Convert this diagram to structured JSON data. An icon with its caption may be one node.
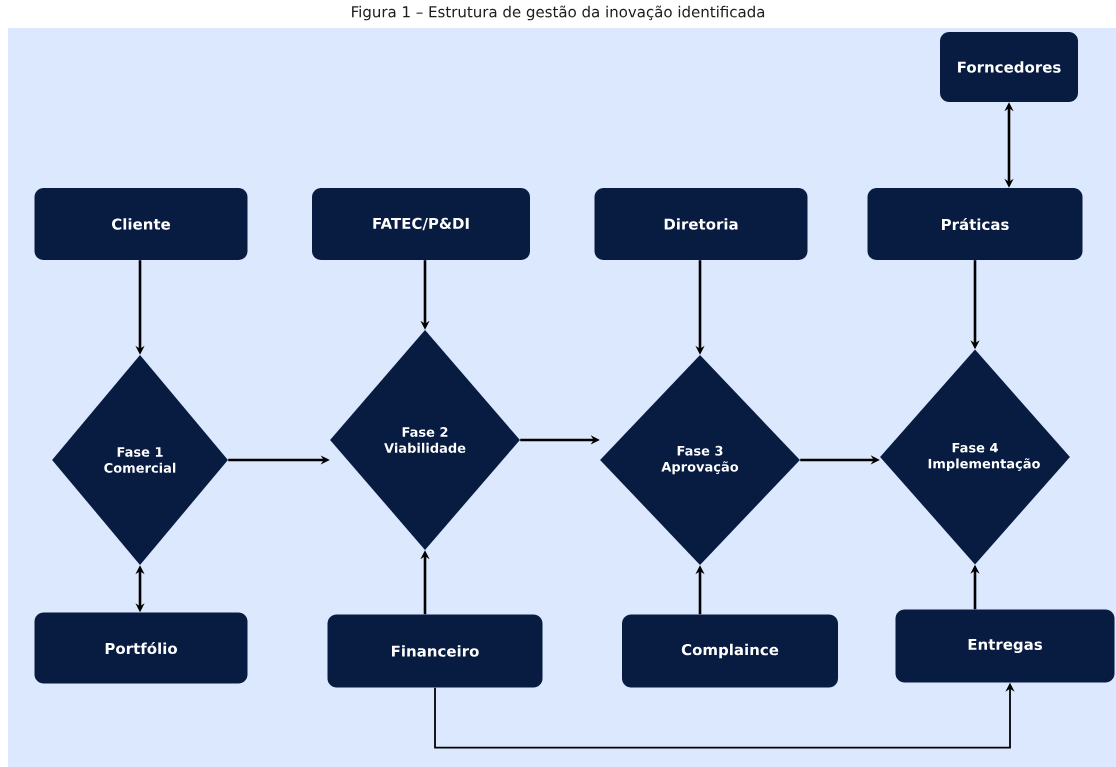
{
  "diagram": {
    "title": "Figura 1 – Estrutura de gestão da inovação identificada",
    "nodes": [
      {
        "text": [
          "Forncedores"
        ]
      },
      {
        "text": [
          "Cliente"
        ]
      },
      {
        "text": [
          "FATEC/P&DI"
        ]
      },
      {
        "text": [
          "Diretoria"
        ]
      },
      {
        "text": [
          "Práticas"
        ]
      },
      {
        "text": [
          "Fase 1 Comercial"
        ]
      },
      {
        "text": [
          "Fase 2 Viabilidade"
        ]
      },
      {
        "text": [
          "Fase 3 Aprovação"
        ]
      },
      {
        "text": [
          "Fase 4 Implementação"
        ]
      },
      {
        "text": [
          "Portfólio"
        ]
      },
      {
        "text": [
          "Financeiro"
        ]
      },
      {
        "text": [
          "Complaince"
        ]
      },
      {
        "text": [
          "Entregas"
        ]
      }
    ],
    "edges": [
      {
        "from": 4,
        "to": 0,
        "arrow": "both"
      },
      {
        "from": 1,
        "to": 5,
        "arrow": "to"
      },
      {
        "from": 2,
        "to": 6,
        "arrow": "to"
      },
      {
        "from": 3,
        "to": 7,
        "arrow": "to"
      },
      {
        "from": 4,
        "to": 8,
        "arrow": "to"
      },
      {
        "from": 5,
        "to": 6,
        "arrow": "to"
      },
      {
        "from": 6,
        "to": 7,
        "arrow": "to"
      },
      {
        "from": 7,
        "to": 8,
        "arrow": "to"
      },
      {
        "from": 5,
        "to": 9,
        "arrow": "both"
      },
      {
        "from": 10,
        "to": 6,
        "arrow": "to"
      },
      {
        "from": 11,
        "to": 7,
        "arrow": "to"
      },
      {
        "from": 12,
        "to": 8,
        "arrow": "to"
      },
      {
        "from": 10,
        "to": 12,
        "arrow": "to"
      }
    ]
  }
}
